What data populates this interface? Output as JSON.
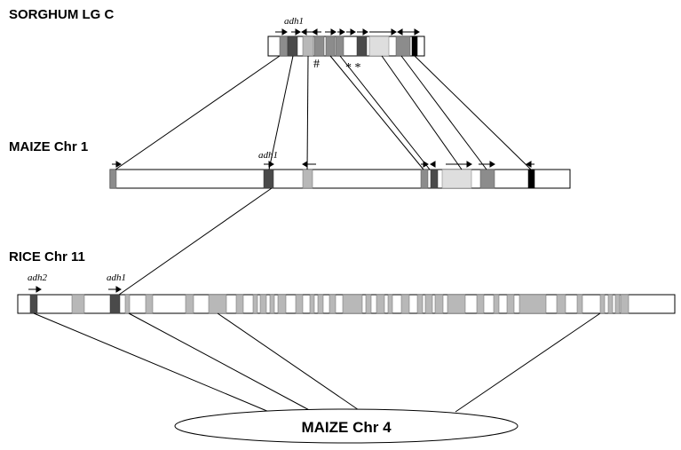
{
  "labels": {
    "sorghum": "SORGHUM LG C",
    "maize1": "MAIZE Chr 1",
    "rice": "RICE Chr 11",
    "maize4": "MAIZE Chr 4"
  },
  "genes": {
    "sorghum_adh1": "adh1",
    "maize_adh1": "adh1",
    "rice_adh2": "adh2",
    "rice_adh1": "adh1"
  },
  "markers": {
    "hash": "#",
    "stars": "* *"
  },
  "colors": {
    "dark": "#4a4a4a",
    "mid": "#8c8c8c",
    "light": "#b8b8b8",
    "pale": "#dedede",
    "black": "#000000"
  }
}
